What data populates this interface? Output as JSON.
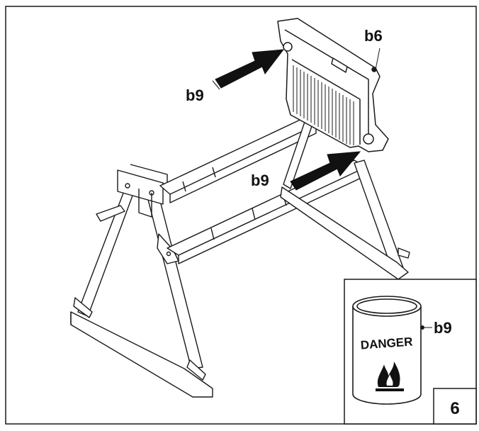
{
  "callouts": {
    "cover": "b6",
    "bolt_upper": "b9",
    "bolt_lower": "b9",
    "can": "b9"
  },
  "can_label": "DANGER",
  "step_number": "6",
  "icons": {
    "flame": "flame-icon",
    "arrow": "arrow-icon"
  },
  "colors": {
    "line": "#1a1a1a",
    "background": "#ffffff"
  }
}
